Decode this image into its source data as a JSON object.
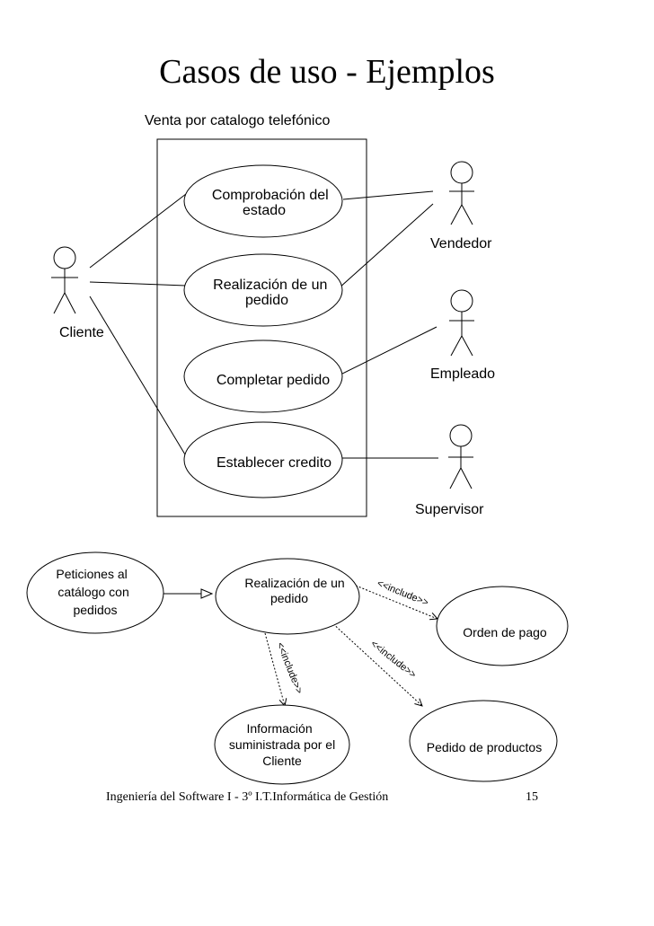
{
  "page": {
    "title": "Casos de uso - Ejemplos",
    "footer_text": "Ingeniería del Software I - 3º I.T.Informática de Gestión",
    "page_number": "15"
  },
  "diagram1": {
    "system_name": "Venta por catalogo telefónico",
    "actors": {
      "cliente": "Cliente",
      "vendedor": "Vendedor",
      "empleado": "Empleado",
      "supervisor": "Supervisor"
    },
    "use_cases": {
      "comprobacion": [
        "Comprobación del",
        "estado"
      ],
      "realizacion": [
        "Realización de un",
        "pedido"
      ],
      "completar": [
        "Completar pedido"
      ],
      "credito": [
        "Establecer credito"
      ]
    }
  },
  "diagram2": {
    "use_cases": {
      "peticiones": [
        "Peticiones al",
        "catálogo con",
        "pedidos"
      ],
      "realizacion": [
        "Realización de un",
        "pedido"
      ],
      "orden": [
        "Orden de pago"
      ],
      "informacion": [
        "Información",
        "suministrada por el",
        "Cliente"
      ],
      "productos": [
        "Pedido de productos"
      ]
    },
    "stereotypes": {
      "orden": "<<include>>",
      "productos": "<<include>>",
      "informacion": "<<include>>"
    }
  }
}
